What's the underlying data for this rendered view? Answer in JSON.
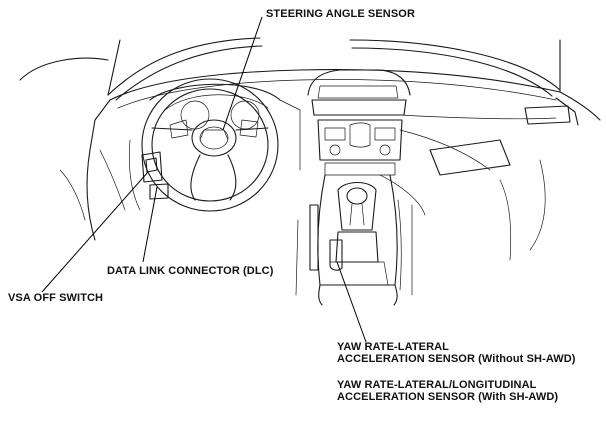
{
  "labels": {
    "steering_angle_sensor": "STEERING ANGLE SENSOR",
    "data_link_connector": "DATA LINK CONNECTOR (DLC)",
    "vsa_off_switch": "VSA OFF SWITCH",
    "yaw_without_line1": "YAW RATE-LATERAL",
    "yaw_without_line2": "ACCELERATION SENSOR (Without SH-AWD)",
    "yaw_with_line1": "YAW RATE-LATERAL/LONGITUDINAL",
    "yaw_with_line2": "ACCELERATION SENSOR (With SH-AWD)"
  }
}
